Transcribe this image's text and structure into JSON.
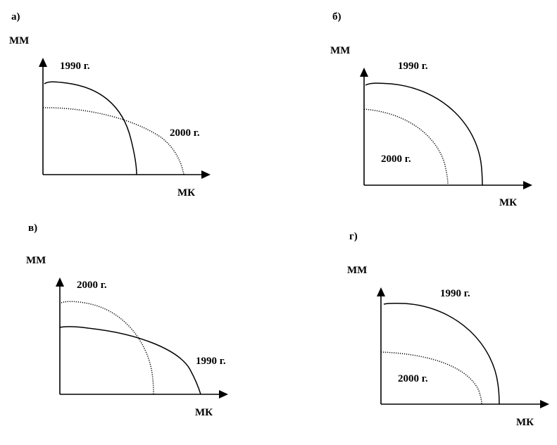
{
  "panels": [
    {
      "id": "a",
      "letter": "а)",
      "y_axis_label": "ММ",
      "x_axis_label": "МК",
      "curves": [
        {
          "label": "1990  г.",
          "style": "solid"
        },
        {
          "label": "2000 г.",
          "style": "dotted"
        }
      ]
    },
    {
      "id": "b",
      "letter": "б)",
      "y_axis_label": "ММ",
      "x_axis_label": "МК",
      "curves": [
        {
          "label": "1990 г.",
          "style": "solid"
        },
        {
          "label": "2000 г.",
          "style": "dotted"
        }
      ]
    },
    {
      "id": "v",
      "letter": "в)",
      "y_axis_label": "ММ",
      "x_axis_label": "МК",
      "curves": [
        {
          "label": "2000 г.",
          "style": "dotted"
        },
        {
          "label": "1990 г.",
          "style": "solid"
        }
      ]
    },
    {
      "id": "g",
      "letter": "г)",
      "y_axis_label": "ММ",
      "x_axis_label": "МК",
      "curves": [
        {
          "label": "1990 г.",
          "style": "solid"
        },
        {
          "label": "2000 г.",
          "style": "dotted"
        }
      ]
    }
  ]
}
